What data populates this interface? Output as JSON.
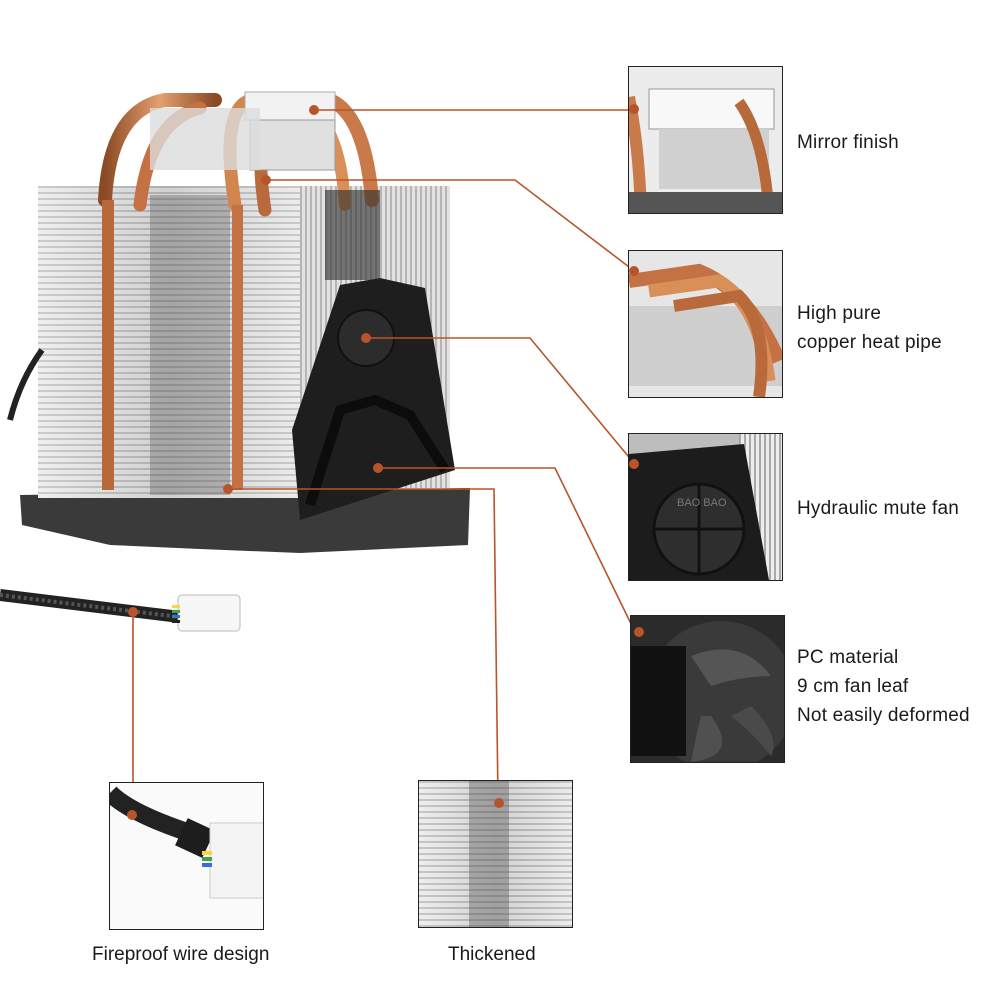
{
  "callouts": {
    "mirror": "Mirror finish",
    "pipe_line1": "High pure",
    "pipe_line2": "copper heat pipe",
    "fan": "Hydraulic mute fan",
    "pc_line1": "PC material",
    "pc_line2": "9 cm fan leaf",
    "pc_line3": "Not easily deformed",
    "wire": "Fireproof wire design",
    "thick": "Thickened"
  },
  "fan_hub_text": "BAO BAO",
  "colors": {
    "leader": "#b8542a",
    "copper": "#c97a4a",
    "fin": "#d9d9d9",
    "fan_dark": "#2b2b2b"
  },
  "icons": [
    "cpu-cooler-photo",
    "fan-hub-logo",
    "connector-plug"
  ]
}
